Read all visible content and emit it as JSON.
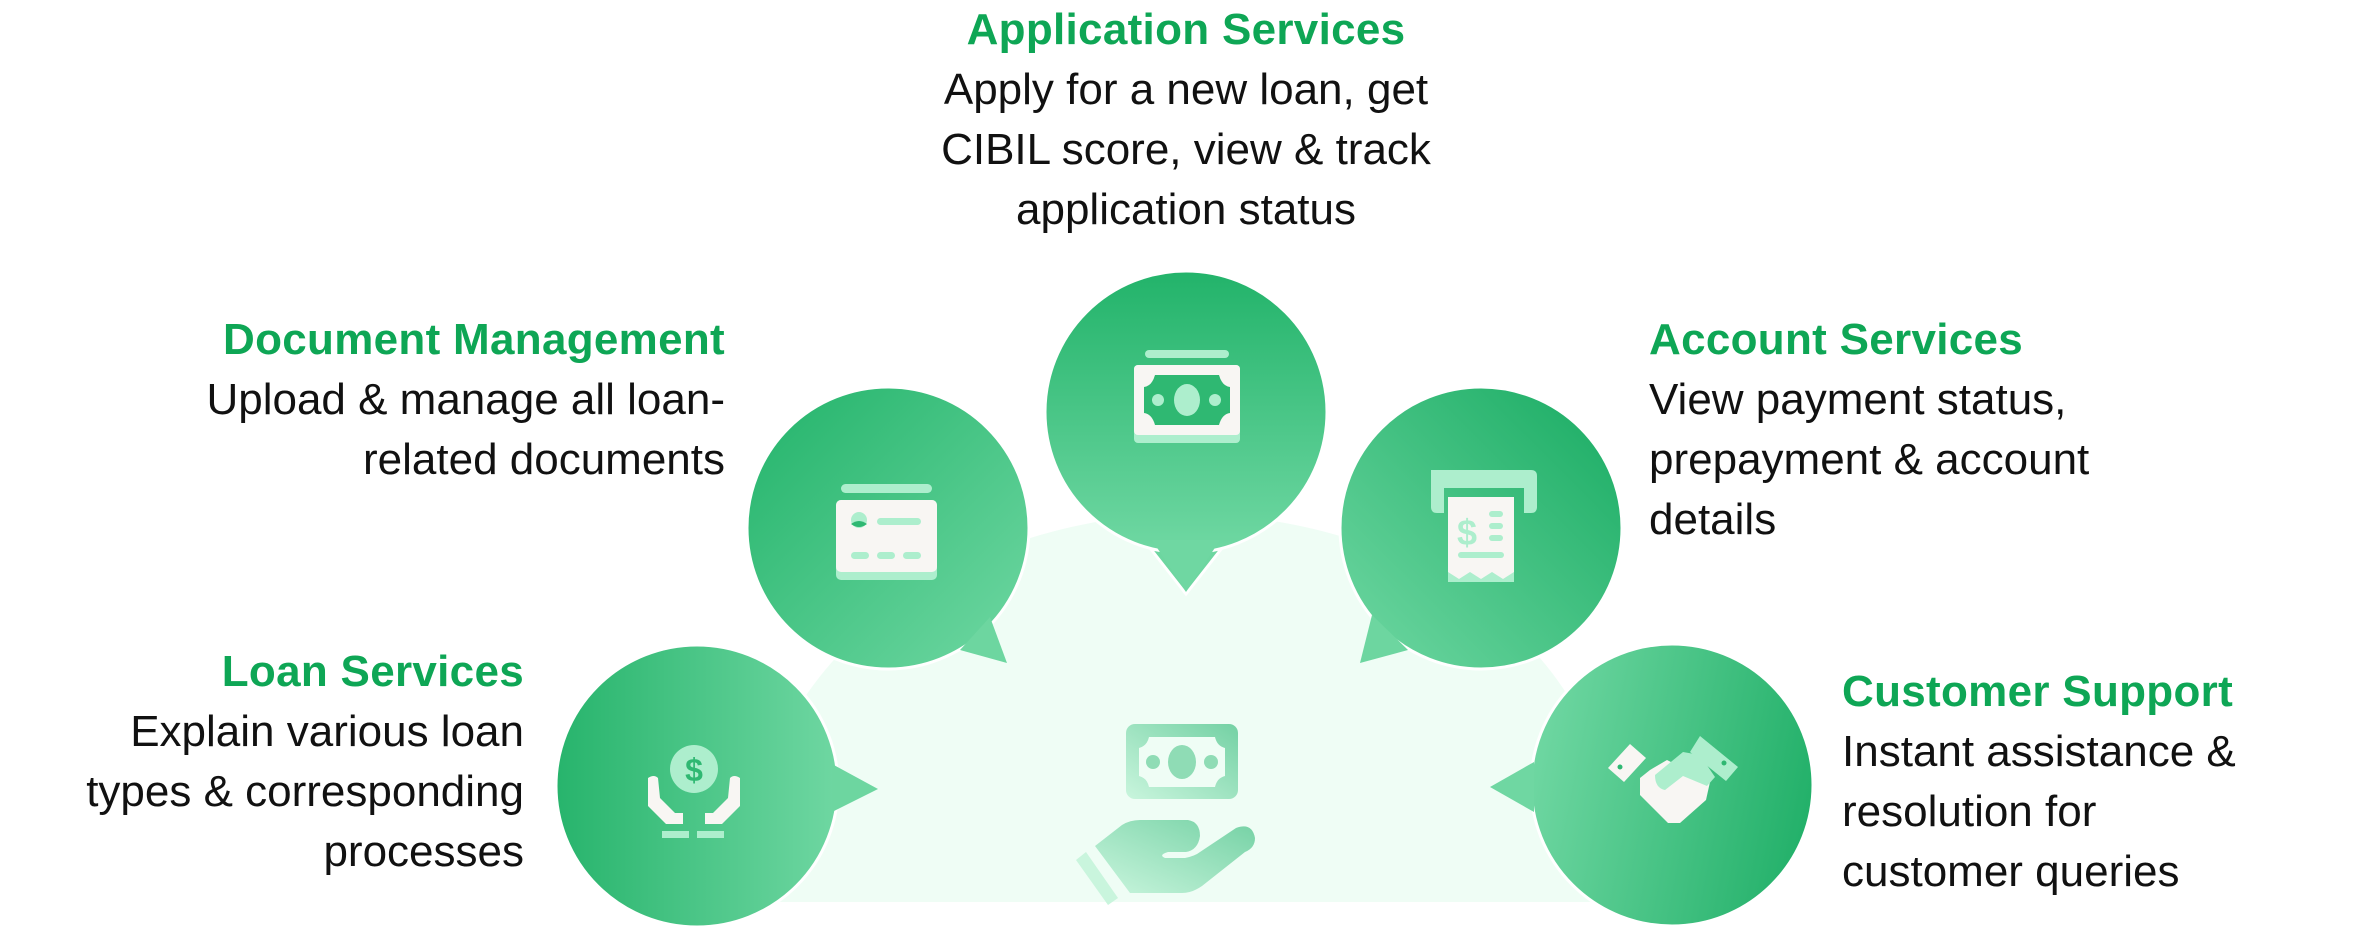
{
  "diagram": {
    "colors": {
      "title_green": "#0ea655",
      "bubble_dark": "#1fae66",
      "bubble_light": "#6dd6a0",
      "icon_cream": "#f8f6f3",
      "icon_mint": "#adeecd",
      "background_mint": "#effdf5"
    },
    "center_icon": "hand-holding-money-icon",
    "services": [
      {
        "id": "application",
        "title": "Application Services",
        "lines": [
          "Apply for a new loan, get",
          "CIBIL score, view & track",
          "application status"
        ],
        "icon": "banknote-icon"
      },
      {
        "id": "document",
        "title": "Document Management",
        "lines": [
          "Upload & manage all loan-",
          "related documents"
        ],
        "icon": "id-card-icon"
      },
      {
        "id": "account",
        "title": "Account Services",
        "lines": [
          "View payment status,",
          "prepayment & account",
          "details"
        ],
        "icon": "receipt-icon"
      },
      {
        "id": "loan",
        "title": "Loan Services",
        "lines": [
          "Explain various loan",
          "types & corresponding",
          "processes"
        ],
        "icon": "hands-dollar-icon"
      },
      {
        "id": "support",
        "title": "Customer Support",
        "lines": [
          "Instant assistance &",
          "resolution for",
          "customer queries"
        ],
        "icon": "handshake-icon"
      }
    ]
  }
}
